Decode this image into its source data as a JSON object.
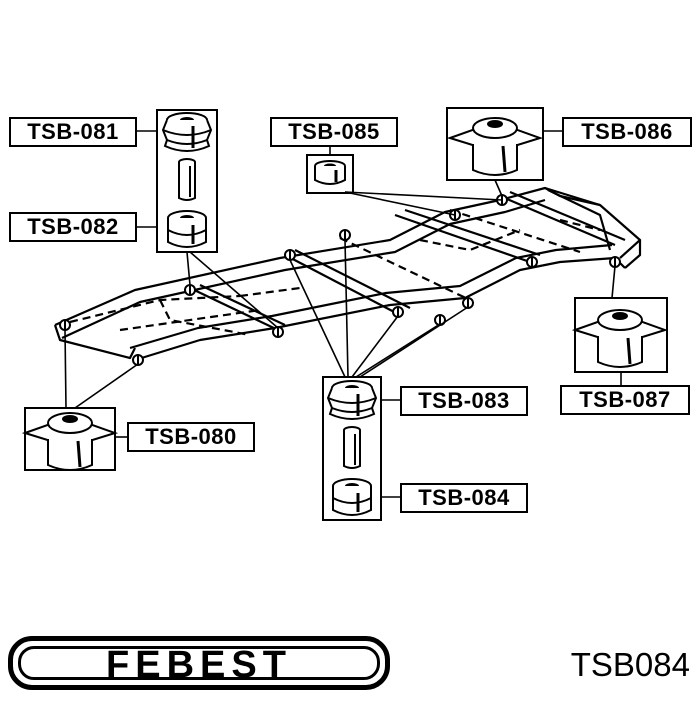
{
  "labels": {
    "tsb_081": "TSB-081",
    "tsb_082": "TSB-082",
    "tsb_085": "TSB-085",
    "tsb_086": "TSB-086",
    "tsb_083": "TSB-083",
    "tsb_084": "TSB-084",
    "tsb_087": "TSB-087",
    "tsb_080": "TSB-080"
  },
  "footer": {
    "brand": "FEBEST",
    "part_number": "TSB084"
  },
  "icons": {
    "frame": "vehicle-frame-diagram",
    "bushing": "body-mount-bushing-icon",
    "sleeve": "metal-sleeve-icon",
    "mount": "flanged-mount-icon"
  }
}
